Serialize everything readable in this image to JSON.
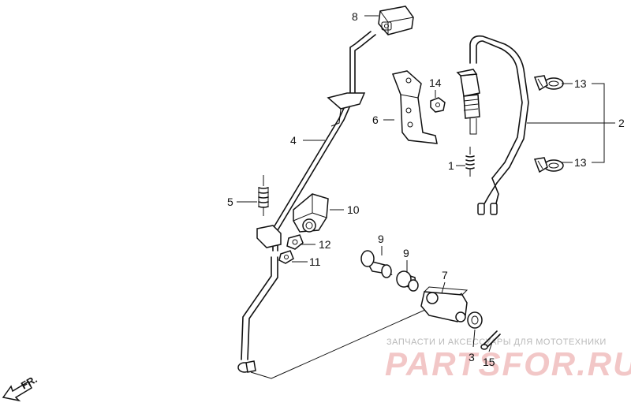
{
  "callouts": {
    "c1": "1",
    "c2": "2",
    "c3": "3",
    "c4": "4",
    "c5": "5",
    "c6": "6",
    "c7": "7",
    "c8": "8",
    "c9a": "9",
    "c9b": "9",
    "c10": "10",
    "c11": "11",
    "c12": "12",
    "c13a": "13",
    "c13b": "13",
    "c14": "14",
    "c15": "15"
  },
  "direction": {
    "label": "FR."
  },
  "watermark": {
    "tagline": "ЗАПЧАСТИ И АКСЕССУАРЫ ДЛЯ МОТОТЕХНИКИ",
    "brand": "PARTSFOR.RU"
  }
}
